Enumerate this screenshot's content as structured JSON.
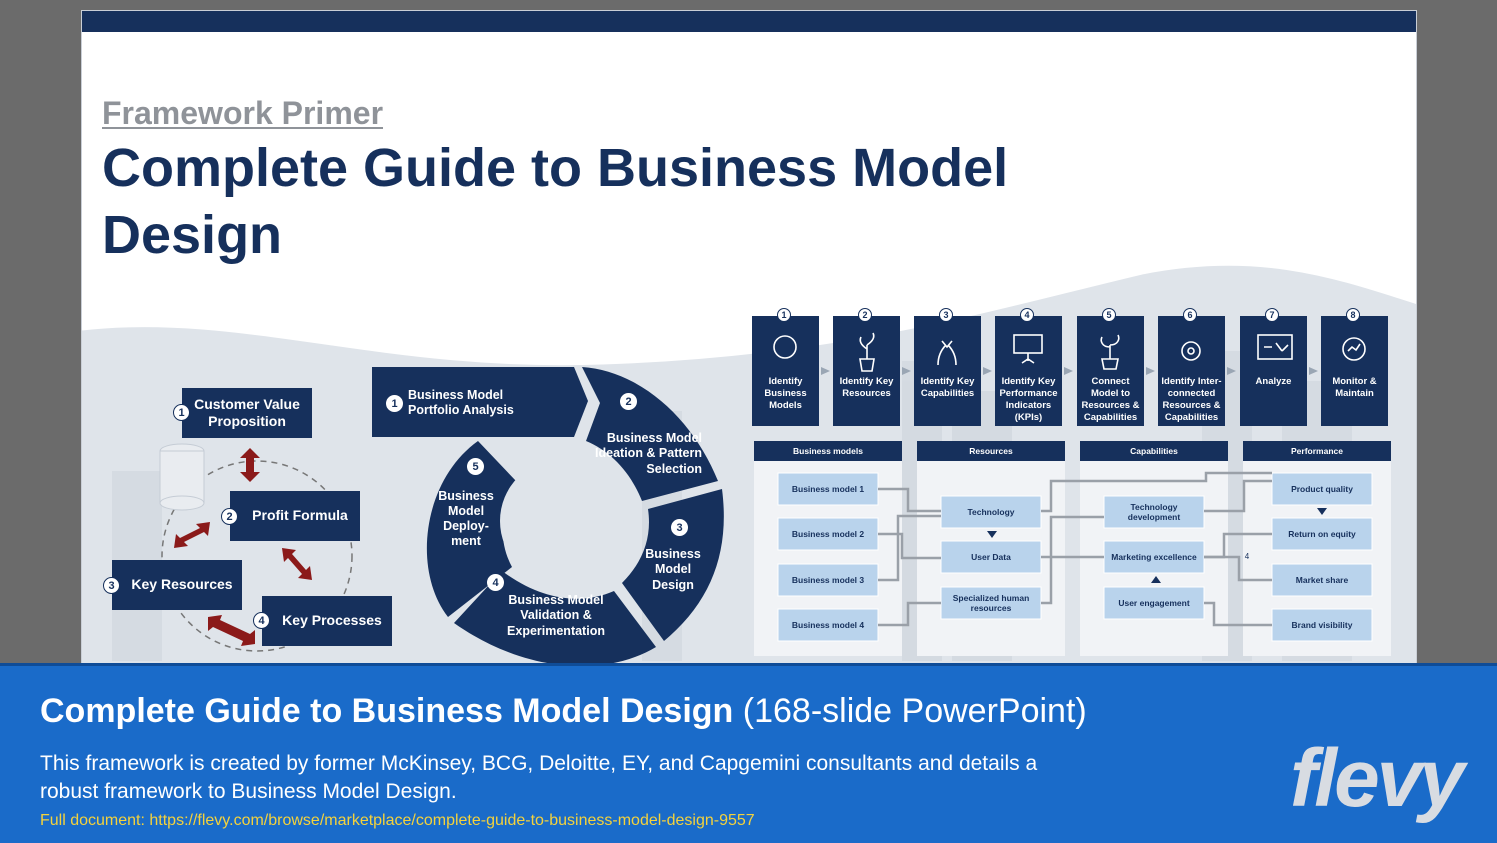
{
  "slide": {
    "kicker": "Framework Primer",
    "title": "Complete Guide to Business Model Design"
  },
  "cycle_left": {
    "items": [
      {
        "num": "1",
        "label": "Customer Value Proposition"
      },
      {
        "num": "2",
        "label": "Profit Formula"
      },
      {
        "num": "3",
        "label": "Key Resources"
      },
      {
        "num": "4",
        "label": "Key Processes"
      }
    ]
  },
  "cycle_center": {
    "steps": [
      {
        "num": "1",
        "label": "Business Model Portfolio Analysis"
      },
      {
        "num": "2",
        "label": "Business Model Ideation & Pattern Selection"
      },
      {
        "num": "3",
        "label": "Business Model Design"
      },
      {
        "num": "4",
        "label": "Business Model Validation & Experimentation"
      },
      {
        "num": "5",
        "label": "Business Model Deploy-ment"
      }
    ]
  },
  "process": {
    "steps": [
      {
        "num": "1",
        "label": "Identify Business Models",
        "icon": "gear-dollar-icon"
      },
      {
        "num": "2",
        "label": "Identify Key Resources",
        "icon": "plant-icon"
      },
      {
        "num": "3",
        "label": "Identify Key Capabilities",
        "icon": "hands-icon"
      },
      {
        "num": "4",
        "label": "Identify Key Performance Indicators (KPIs)",
        "icon": "presentation-board-icon"
      },
      {
        "num": "5",
        "label": "Connect Model to Resources & Capabilities",
        "icon": "growth-plant-icon"
      },
      {
        "num": "6",
        "label": "Identify Inter-connected Resources & Capabilities",
        "icon": "gears-icon"
      },
      {
        "num": "7",
        "label": "Analyze",
        "icon": "screen-network-icon"
      },
      {
        "num": "8",
        "label": "Monitor & Maintain",
        "icon": "gear-chart-icon"
      }
    ]
  },
  "lanes": [
    {
      "head": "Business models",
      "cells": [
        "Business model 1",
        "Business model 2",
        "Business model 3",
        "Business model 4"
      ]
    },
    {
      "head": "Resources",
      "cells": [
        "Technology",
        "User Data",
        "Specialized human resources"
      ]
    },
    {
      "head": "Capabilities",
      "cells": [
        "Technology development",
        "Marketing excellence",
        "User engagement"
      ]
    },
    {
      "head": "Performance",
      "cells": [
        "Product quality",
        "Return on equity",
        "Market share",
        "Brand visibility"
      ]
    }
  ],
  "lane_note": "4",
  "footer": {
    "title_bold": "Complete Guide to Business Model Design",
    "title_light": "(168-slide PowerPoint)",
    "description": "This framework is created by former McKinsey, BCG, Deloitte, EY, and Capgemini consultants and details a robust framework to Business Model Design.",
    "link": "Full document: https://flevy.com/browse/marketplace/complete-guide-to-business-model-design-9557",
    "logo": "flevy"
  },
  "colors": {
    "navy": "#16305c",
    "footer_blue": "#1a6bc9",
    "link_yellow": "#f4d23c",
    "arrow_red": "#8b1a1a",
    "cell_blue": "#b9d3ec"
  }
}
